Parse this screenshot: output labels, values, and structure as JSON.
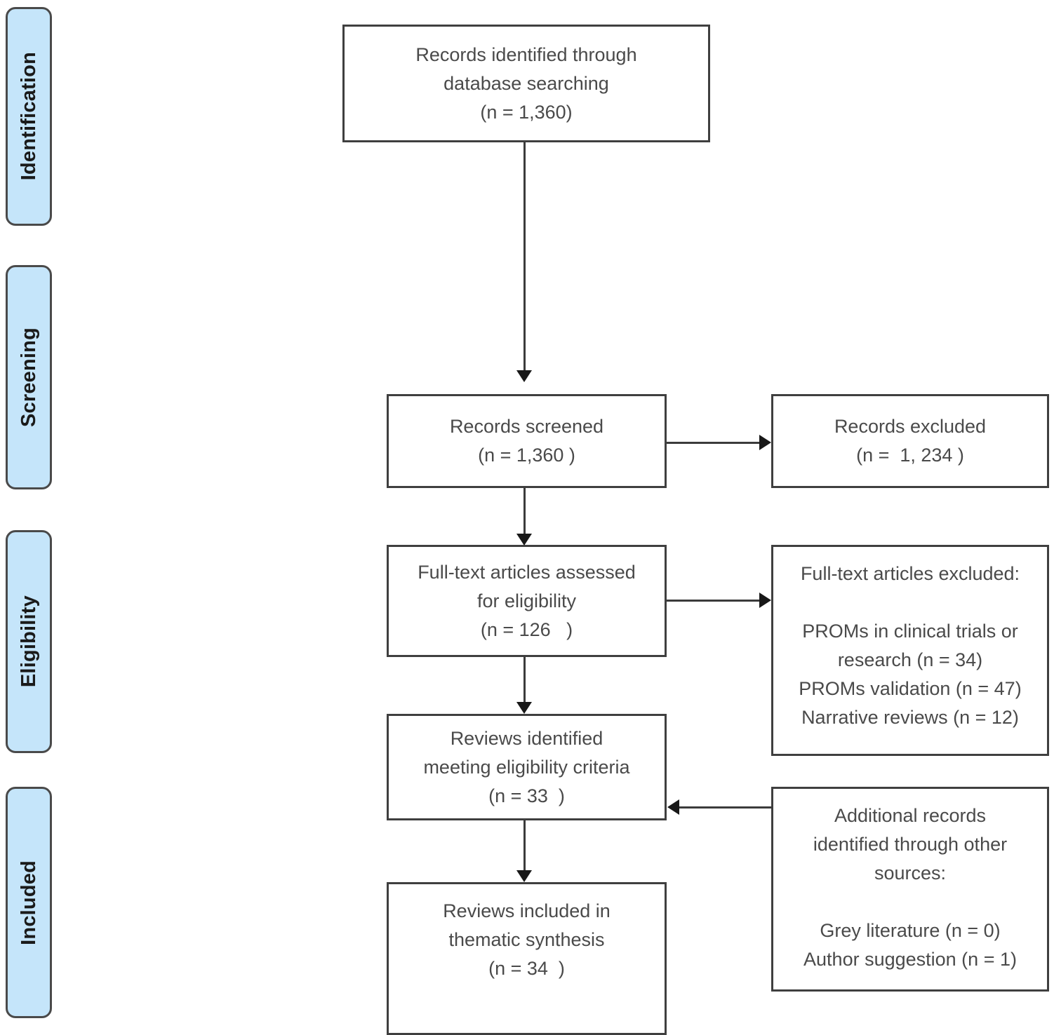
{
  "diagram": {
    "type": "prisma-flow-diagram",
    "stage_labels": [
      {
        "id": "identification",
        "label": "Identification"
      },
      {
        "id": "screening",
        "label": "Screening"
      },
      {
        "id": "eligibility",
        "label": "Eligibility"
      },
      {
        "id": "included",
        "label": "Included"
      }
    ],
    "colors": {
      "stage_label_fill": "#c5e5fa",
      "stage_label_border": "#4a4a4a",
      "box_border": "#3f3f3f",
      "box_fill": "#ffffff",
      "text": "#4a4a4a",
      "connector": "#3b3b3b"
    },
    "boxes": {
      "identified": {
        "line1": "Records identified through",
        "line2": "database searching",
        "line3": "(n = 1,360)"
      },
      "screened": {
        "line1": "Records screened",
        "line2": "(n = 1,360 )"
      },
      "records_excluded": {
        "line1": "Records excluded",
        "line2": "(n =  1, 234 )"
      },
      "fulltext_assessed": {
        "line1": "Full-text articles assessed",
        "line2": "for eligibility",
        "line3": "(n = 126   )"
      },
      "fulltext_excluded": {
        "line1": "Full-text articles excluded:",
        "line2": "PROMs in clinical trials or",
        "line3": "research (n = 34)",
        "line4": "PROMs validation (n = 47)",
        "line5": "Narrative reviews (n = 12)"
      },
      "reviews_identified": {
        "line1": "Reviews identified",
        "line2": "meeting eligibility criteria",
        "line3": "(n = 33  )"
      },
      "additional_records": {
        "line1": "Additional records",
        "line2": "identified through other",
        "line3": "sources:",
        "line4": "Grey literature (n = 0)",
        "line5": "Author suggestion (n = 1)"
      },
      "reviews_included": {
        "line1": "Reviews included in",
        "line2": "thematic synthesis",
        "line3": "(n = 34  )"
      }
    }
  }
}
